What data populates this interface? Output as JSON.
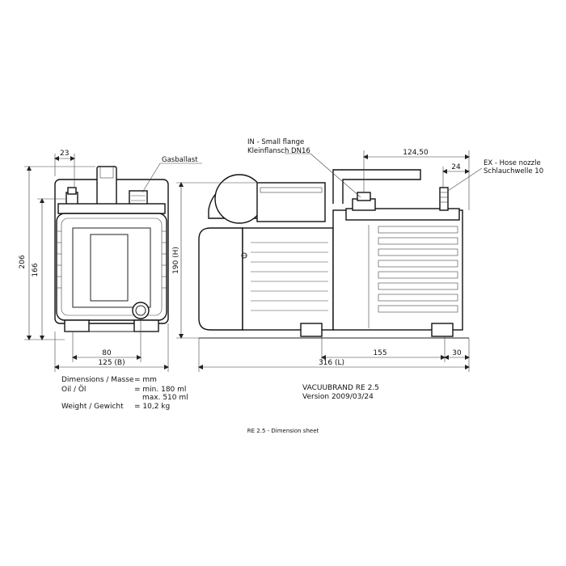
{
  "front_view": {
    "dim_top": "23",
    "label_gasballast": "Gasballast",
    "dim_height_outer": "206",
    "dim_height_inner": "166",
    "dim_width_inner": "80",
    "dim_width_outer": "125 (B)"
  },
  "side_view": {
    "label_in": "IN - Small flange",
    "label_in_de": "Kleinflansch DN16",
    "dim_inlet": "124,50",
    "label_ex": "EX - Hose nozzle",
    "label_ex_de": "Schlauchwelle 10",
    "dim_outlet": "24",
    "dim_height": "190 (H)",
    "dim_155": "155",
    "dim_30": "30",
    "dim_length": "316 (L)"
  },
  "specs": {
    "dims_label": "Dimensions / Masse",
    "dims_value": "= mm",
    "oil_label": "Oil / Öl",
    "oil_min": "= min.  180 ml",
    "oil_max": "max.  510 ml",
    "weight_label": "Weight / Gewicht",
    "weight_value": "= 10,2 kg"
  },
  "model": {
    "name": "VACUUBRAND RE 2.5",
    "version": "Version 2009/03/24"
  },
  "caption": "RE 2.5 - Dimension sheet"
}
